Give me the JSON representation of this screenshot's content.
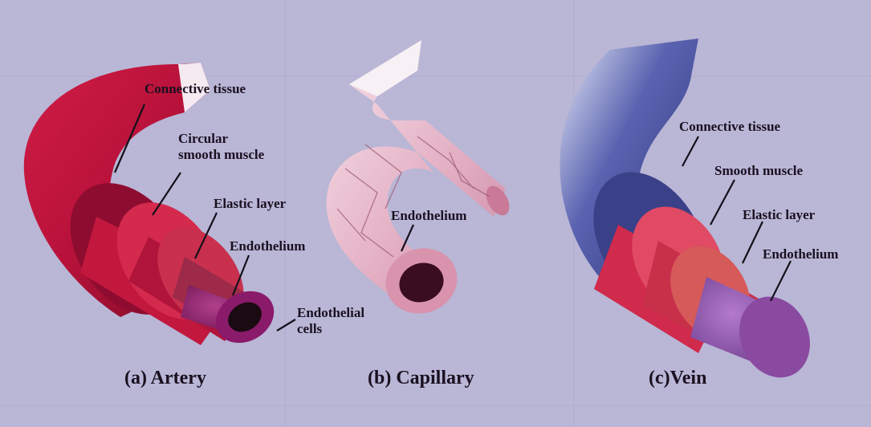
{
  "artery": {
    "labels": {
      "connective_tissue": "Connective tissue",
      "circular_smooth_muscle_line1": "Circular",
      "circular_smooth_muscle_line2": "smooth muscle",
      "elastic_layer": "Elastic layer",
      "endothelium": "Endothelium",
      "endothelial_cells_line1": "Endothelial",
      "endothelial_cells_line2": "cells"
    },
    "caption": "(a) Artery"
  },
  "capillary": {
    "labels": {
      "endothelium": "Endothelium"
    },
    "caption": "(b) Capillary"
  },
  "vein": {
    "labels": {
      "connective_tissue": "Connective tissue",
      "smooth_muscle": "Smooth muscle",
      "elastic_layer": "Elastic layer",
      "endothelium": "Endothelium"
    },
    "caption": "(c)Vein"
  },
  "colors": {
    "background": "#b9b6d6",
    "artery_outer": "#b8123a",
    "capillary": "#e8b8c8",
    "vein_outer": "#4a4f9a",
    "endothelium_artery": "#8a1a6a",
    "endothelium_vein": "#8a4aa0"
  }
}
